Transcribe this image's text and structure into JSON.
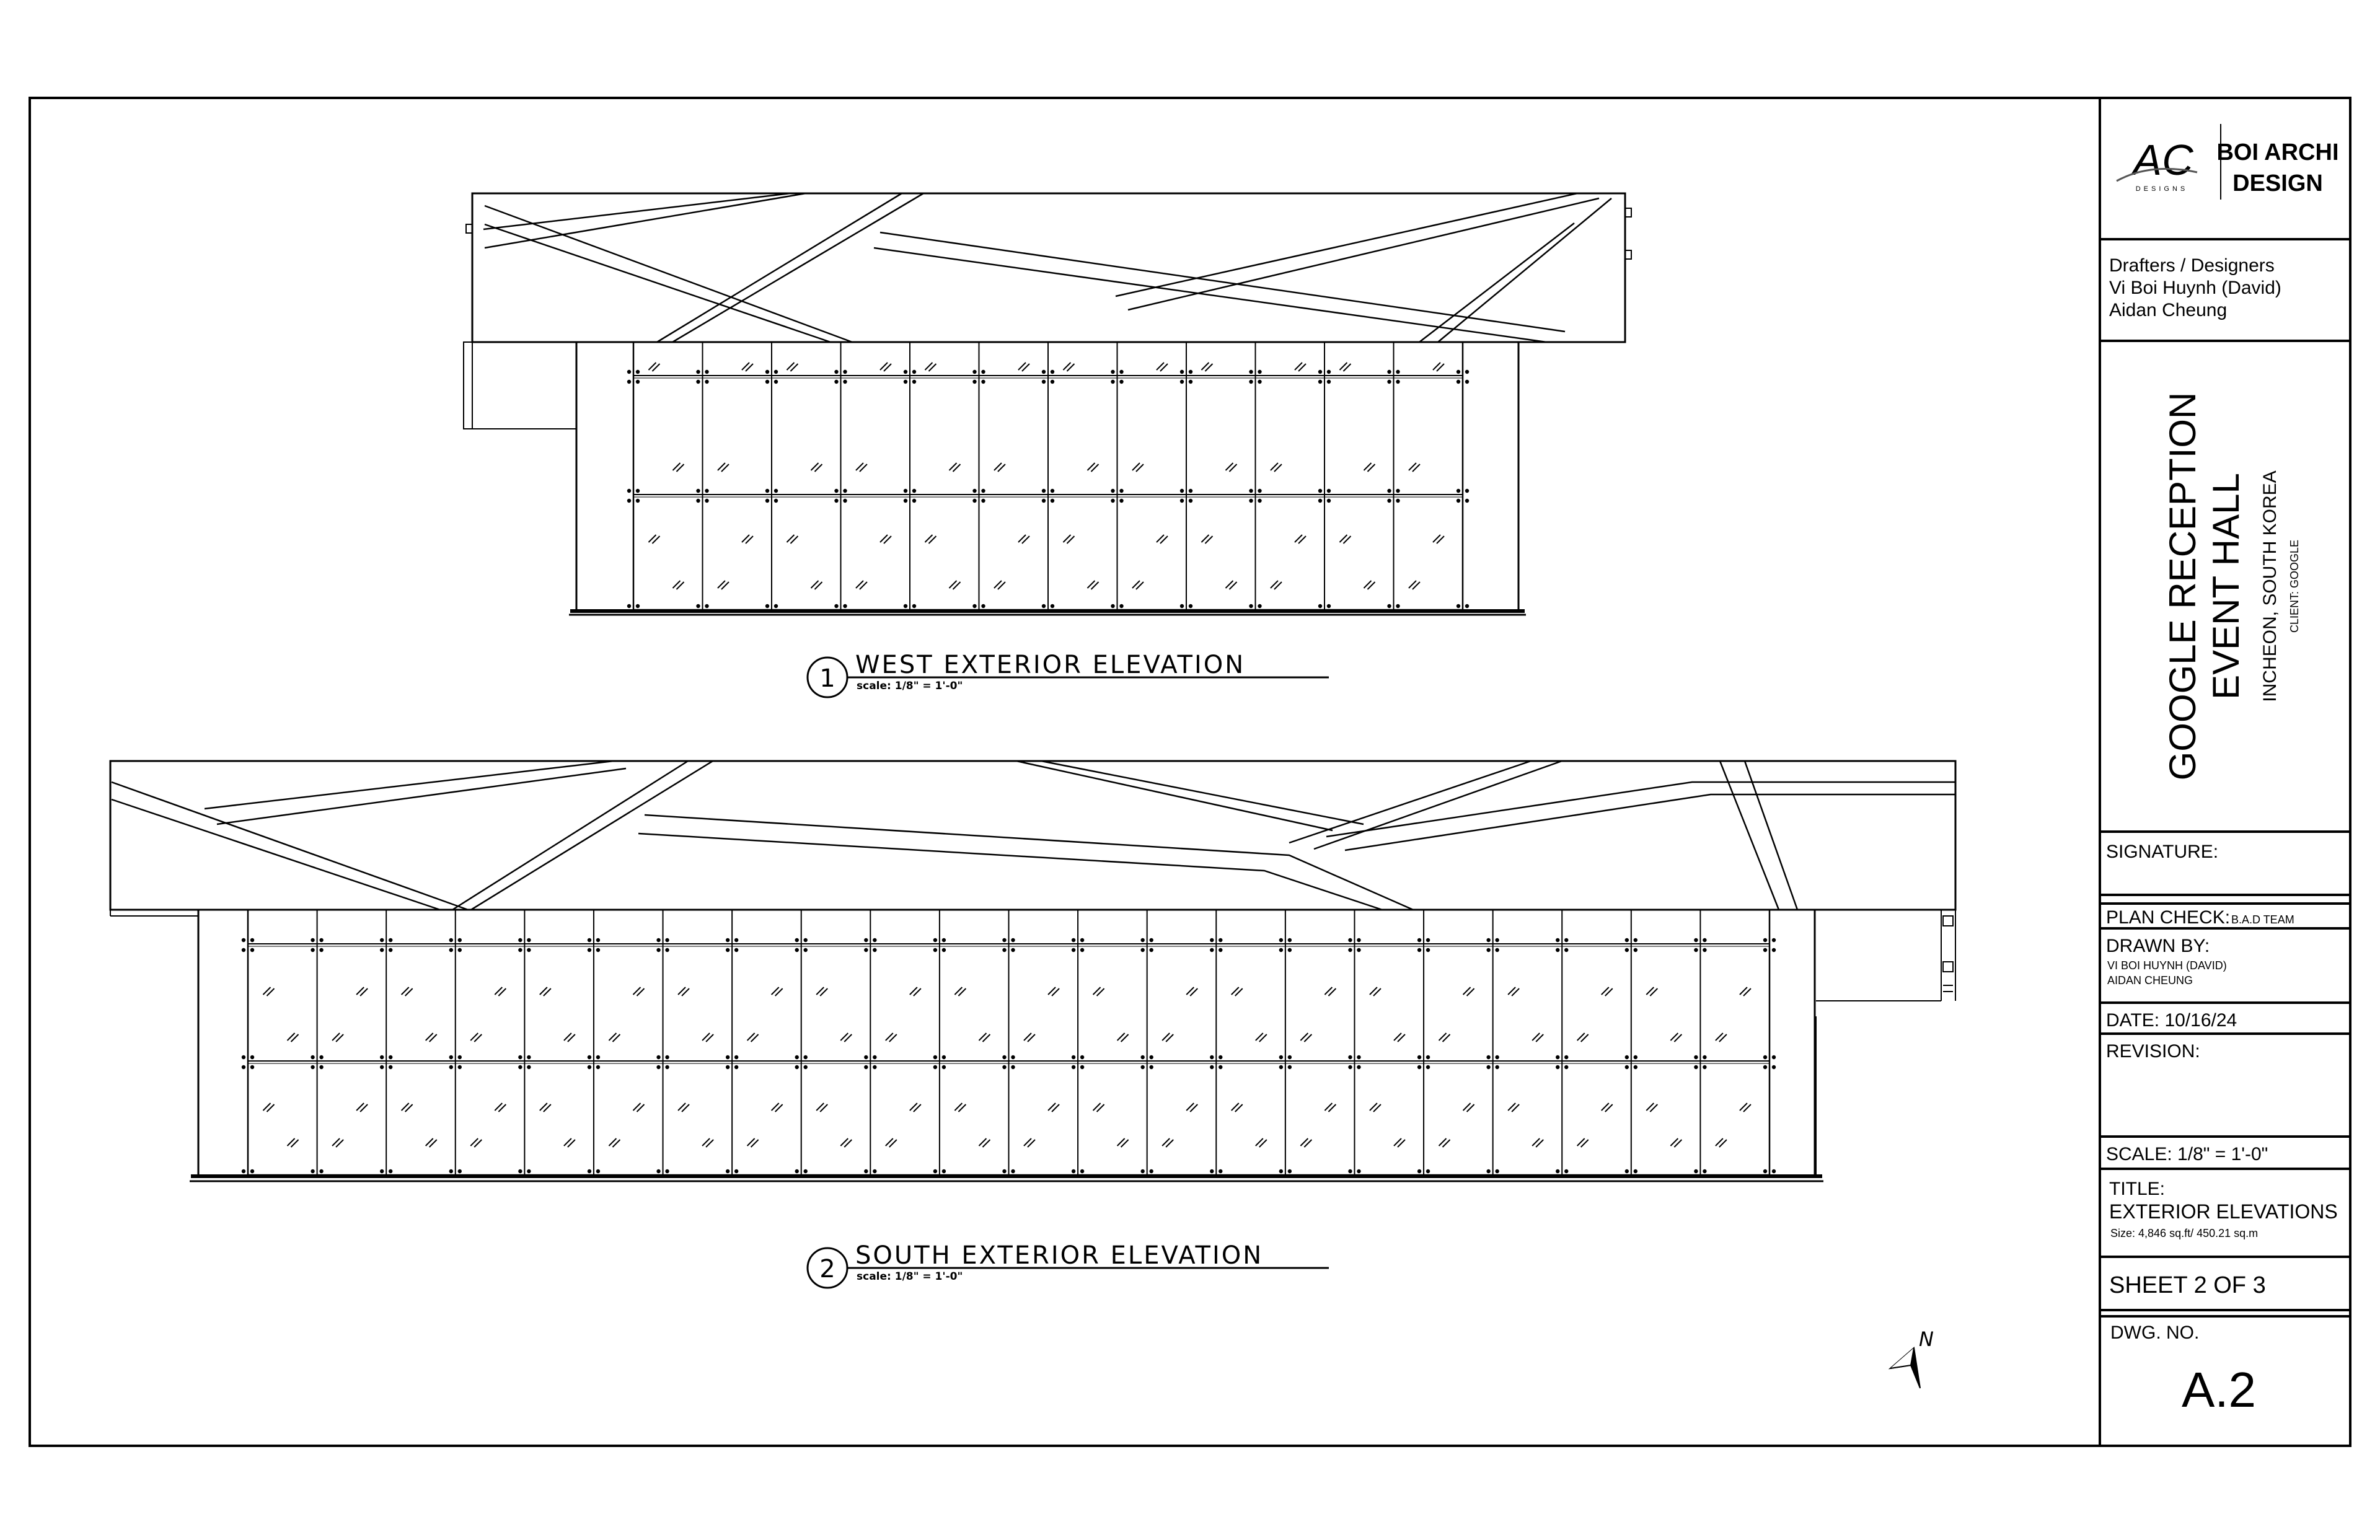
{
  "title_block": {
    "company_line1": "BOI ARCHI",
    "company_line2": "DESIGN",
    "logo_monogram": "AC",
    "logo_sub": "DESIGNS",
    "drafters_heading": "Drafters / Designers",
    "drafter_1": "Vi Boi Huynh (David)",
    "drafter_2": "Aidan Cheung",
    "project_line1": "GOOGLE RECEPTION",
    "project_line2": "EVENT HALL",
    "location": "INCHEON, SOUTH KOREA",
    "client": "CLIENT: GOOGLE",
    "signature_label": "SIGNATURE:",
    "plan_check_label": "PLAN CHECK:",
    "plan_check_value": "B.A.D TEAM",
    "drawn_by_label": "DRAWN BY:",
    "drawn_by_1": "VI BOI HUYNH (DAVID)",
    "drawn_by_2": "AIDAN CHEUNG",
    "date": "DATE: 10/16/24",
    "revision_label": "REVISION:",
    "scale": "SCALE: 1/8\" = 1'-0\"",
    "title_label": "TITLE:",
    "title_value": "EXTERIOR ELEVATIONS",
    "size_note": "Size: 4,846 sq.ft/ 450.21 sq.m",
    "sheet": "SHEET 2 OF 3",
    "dwg_label": "DWG. NO.",
    "dwg_value": "A.2"
  },
  "drawings": {
    "west": {
      "number": "1",
      "title": "WEST EXTERIOR ELEVATION",
      "scale": "scale: 1/8\" = 1'-0\""
    },
    "south": {
      "number": "2",
      "title": "SOUTH EXTERIOR ELEVATION",
      "scale": "scale: 1/8\" = 1'-0\""
    }
  },
  "north_arrow": {
    "label": "N"
  }
}
